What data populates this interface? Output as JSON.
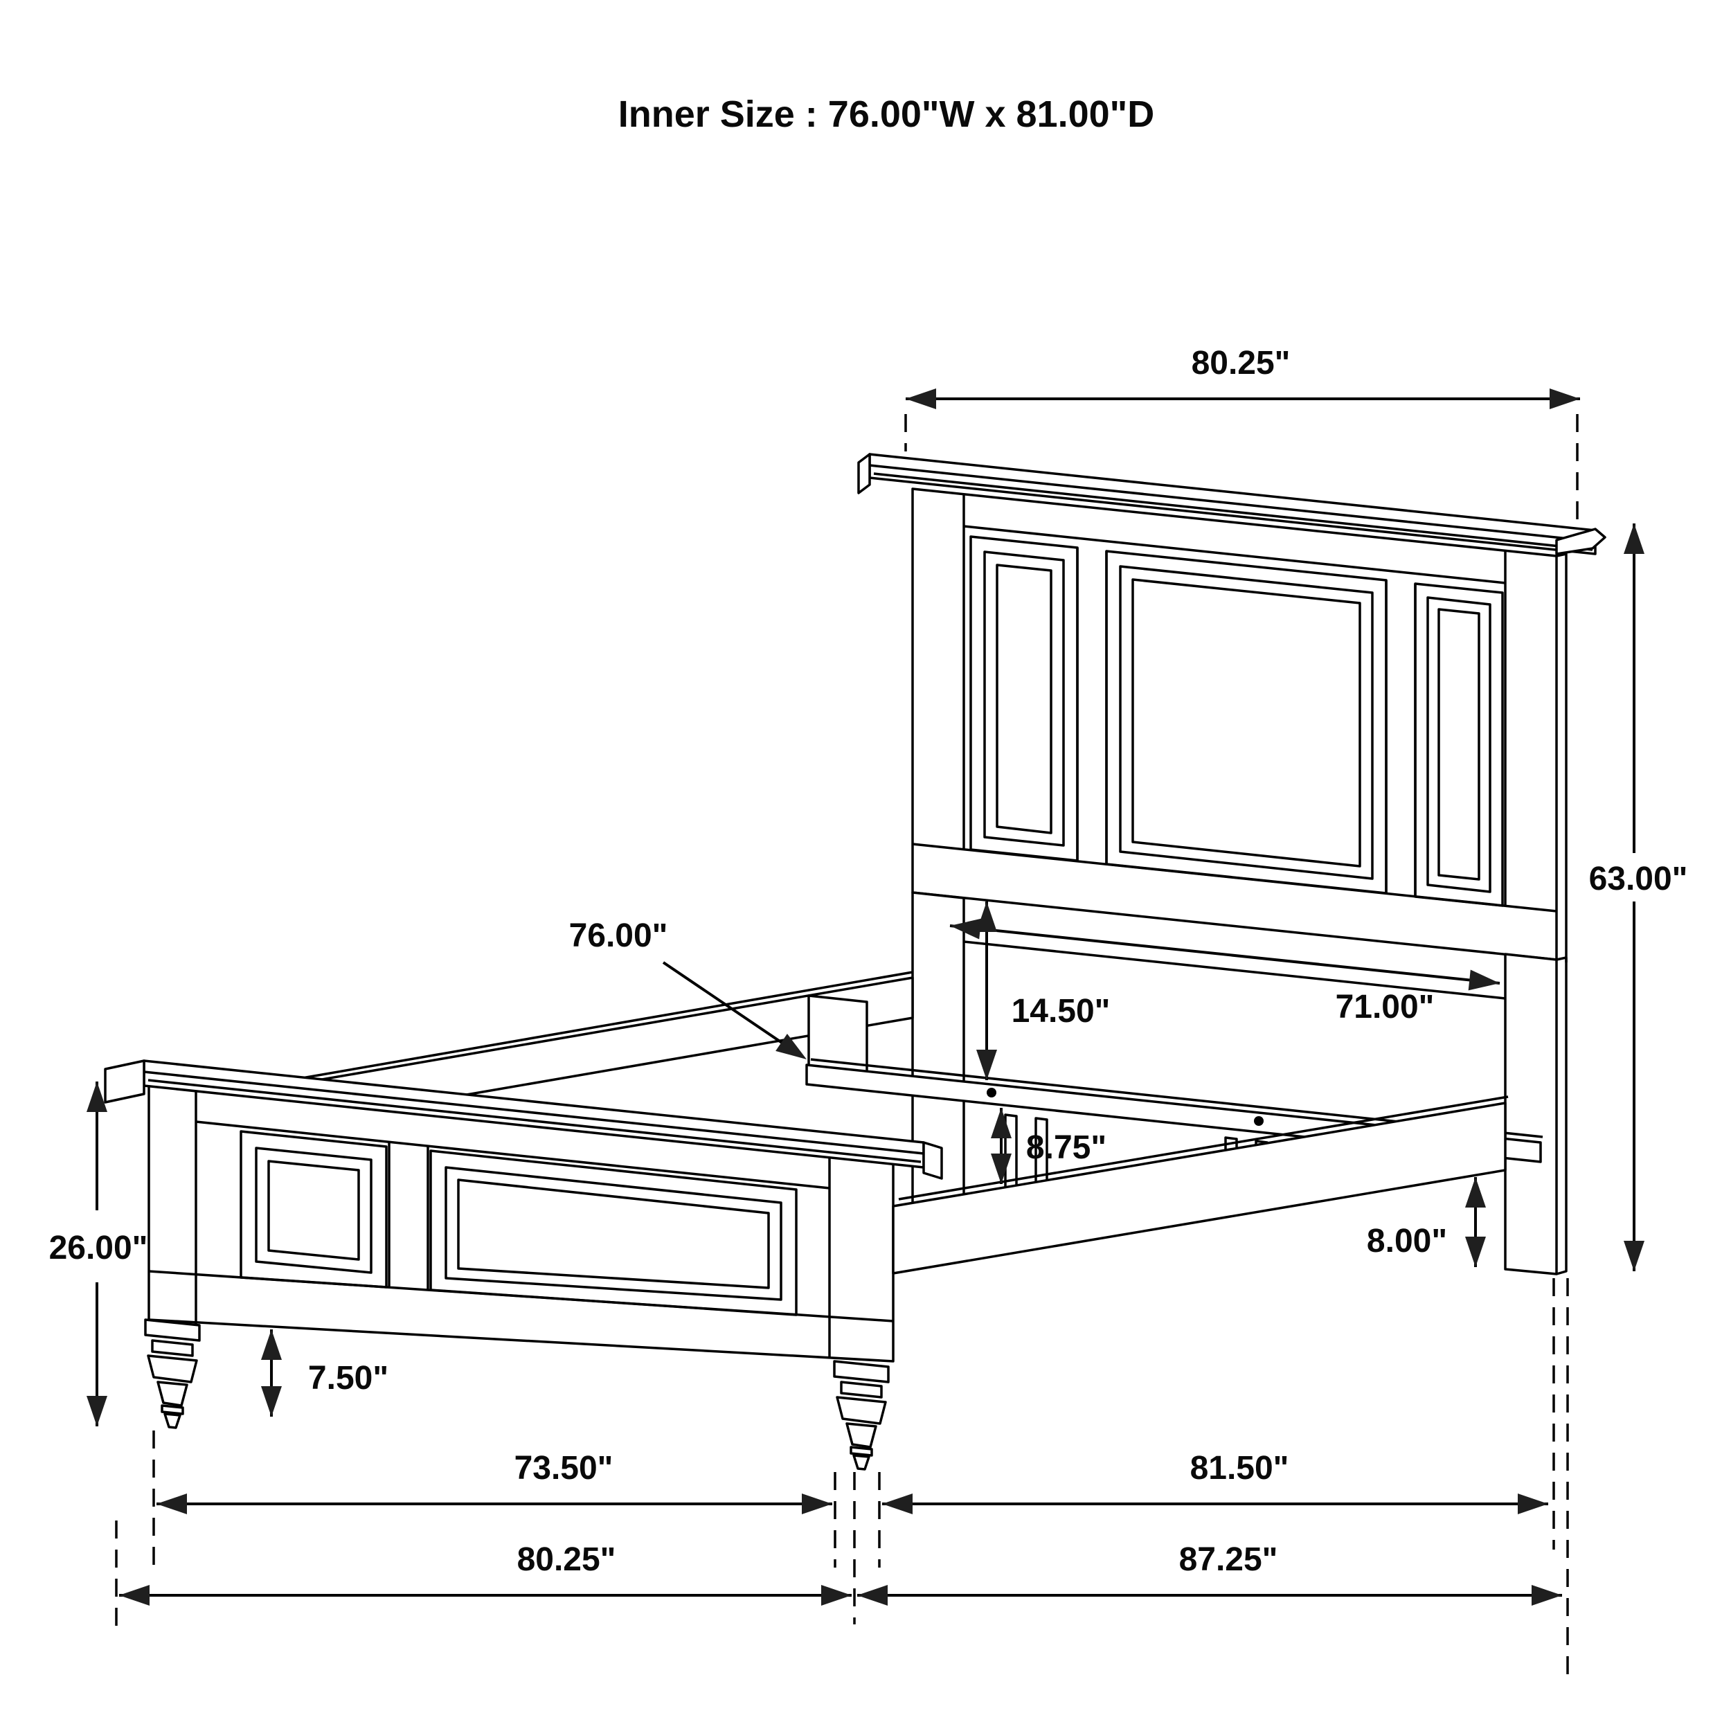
{
  "title": {
    "text": "Inner Size : 76.00\"W x 81.00\"D"
  },
  "diagram": {
    "type": "furniture-dimension-drawing",
    "subject": "bed frame isometric line drawing with dimension callouts",
    "units": "inches",
    "labels": {
      "headboard_width": "80.25\"",
      "headboard_height": "63.00\"",
      "headboard_between_legs_width": "71.00\"",
      "headboard_rail_to_slat_rail": "14.50\"",
      "slat_support_height": "8.75\"",
      "side_rail_floor_clearance": "8.00\"",
      "slat_rail_length": "76.00\"",
      "footboard_height": "26.00\"",
      "footboard_floor_clearance": "7.50\"",
      "footboard_between_legs_width": "73.50\"",
      "footboard_overall_width": "80.25\"",
      "side_rail_length": "81.50\"",
      "overall_depth": "87.25\""
    },
    "colors": {
      "line": "#000000",
      "arrowhead": "#1f1f1f",
      "text": "#0a0a0a",
      "background": "#ffffff"
    }
  }
}
